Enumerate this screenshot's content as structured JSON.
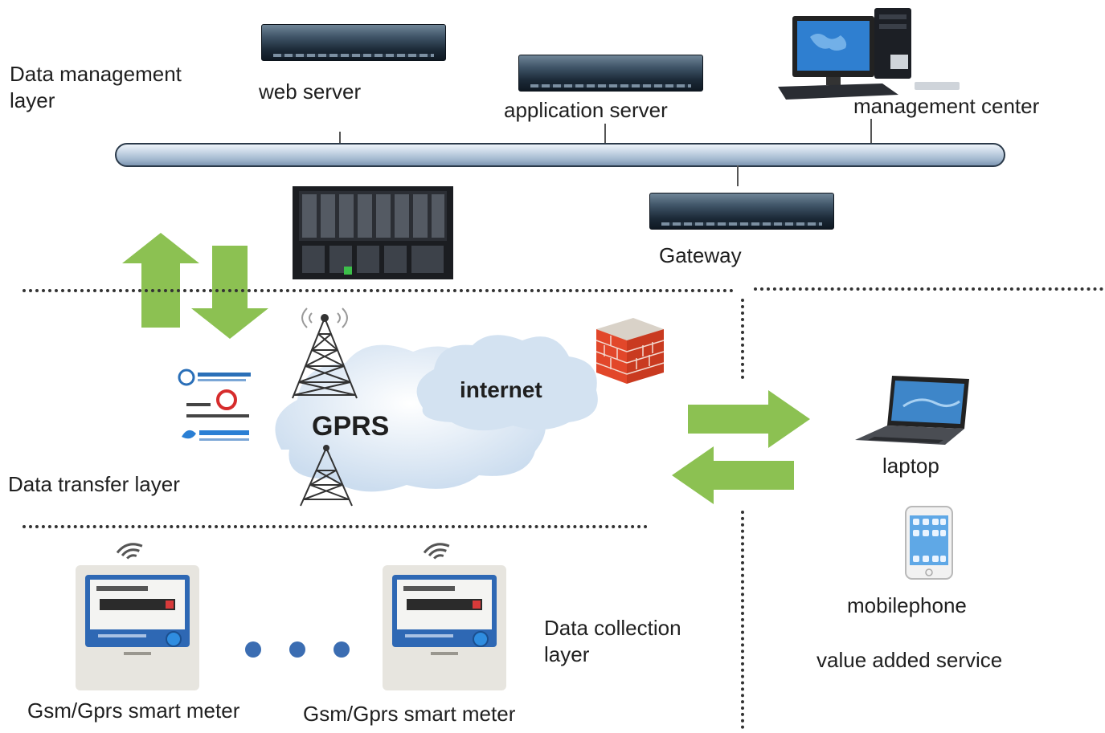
{
  "layers": {
    "management": "Data management\nlayer",
    "transfer": "Data transfer layer",
    "collection": "Data collection\nlayer"
  },
  "nodes": {
    "web_server": "web server",
    "application_server": "application server",
    "management_center": "management center",
    "gateway": "Gateway",
    "gprs": "GPRS",
    "internet": "internet",
    "laptop": "laptop",
    "mobilephone": "mobilephone",
    "value_added_service": "value added service",
    "meter_1": "Gsm/Gprs smart meter",
    "meter_2": "Gsm/Gprs smart meter"
  },
  "icons": {
    "servers": "rack-server-icon",
    "desktop": "desktop-computer-icon",
    "blade": "blade-server-icon",
    "tower": "cell-tower-icon",
    "cloud": "cloud-icon",
    "firewall": "firewall-icon",
    "laptop": "laptop-icon",
    "phone": "smartphone-icon",
    "meter": "smart-meter-icon",
    "wifi": "wireless-signal-icon",
    "carriers": "carrier-logos-icon",
    "arrows": "green-arrow-icon"
  },
  "colors": {
    "arrow_green": "#8cc152",
    "bus_blue": "#b3c6da",
    "firewall_red": "#e2472a",
    "cloud_blue": "#d9e6f3",
    "meter_blue": "#2e68b4"
  }
}
